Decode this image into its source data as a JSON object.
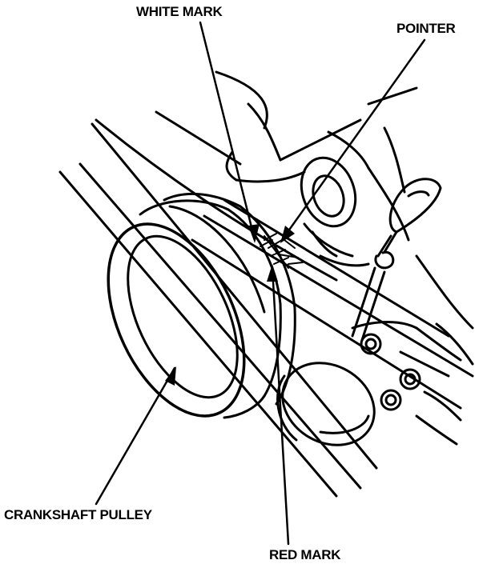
{
  "labels": {
    "white_mark": "WHITE MARK",
    "pointer": "POINTER",
    "crankshaft_pulley": "CRANKSHAFT PULLEY",
    "red_mark": "RED MARK"
  },
  "colors": {
    "ink": "#000000",
    "paper": "#ffffff"
  }
}
